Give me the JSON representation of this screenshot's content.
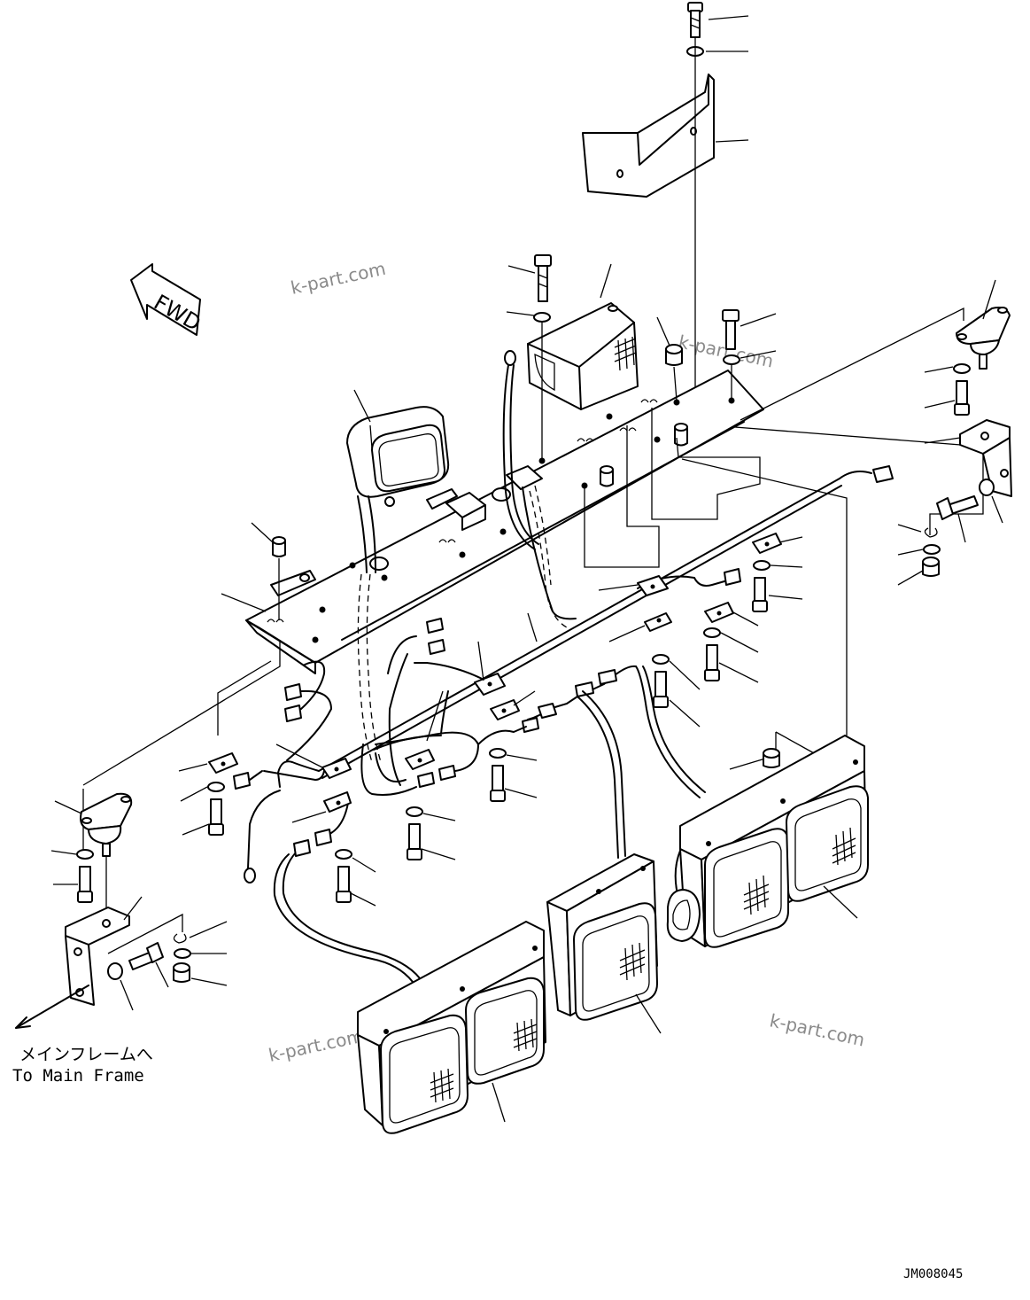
{
  "direction_marker": {
    "label": "FWD"
  },
  "watermarks": [
    "k-part.com",
    "k-part.com",
    "k-part.com",
    "k-part.com"
  ],
  "destination_note": {
    "japanese": "メインフレームへ",
    "english": "To Main Frame"
  },
  "drawing_number": "JM008045",
  "icons": [
    "fwd-arrow-icon",
    "direction-arrow-icon",
    "work-lamp-grid-icon"
  ],
  "colors": {
    "line": "#000000",
    "watermark": "#8a8a8a",
    "background": "#ffffff"
  }
}
